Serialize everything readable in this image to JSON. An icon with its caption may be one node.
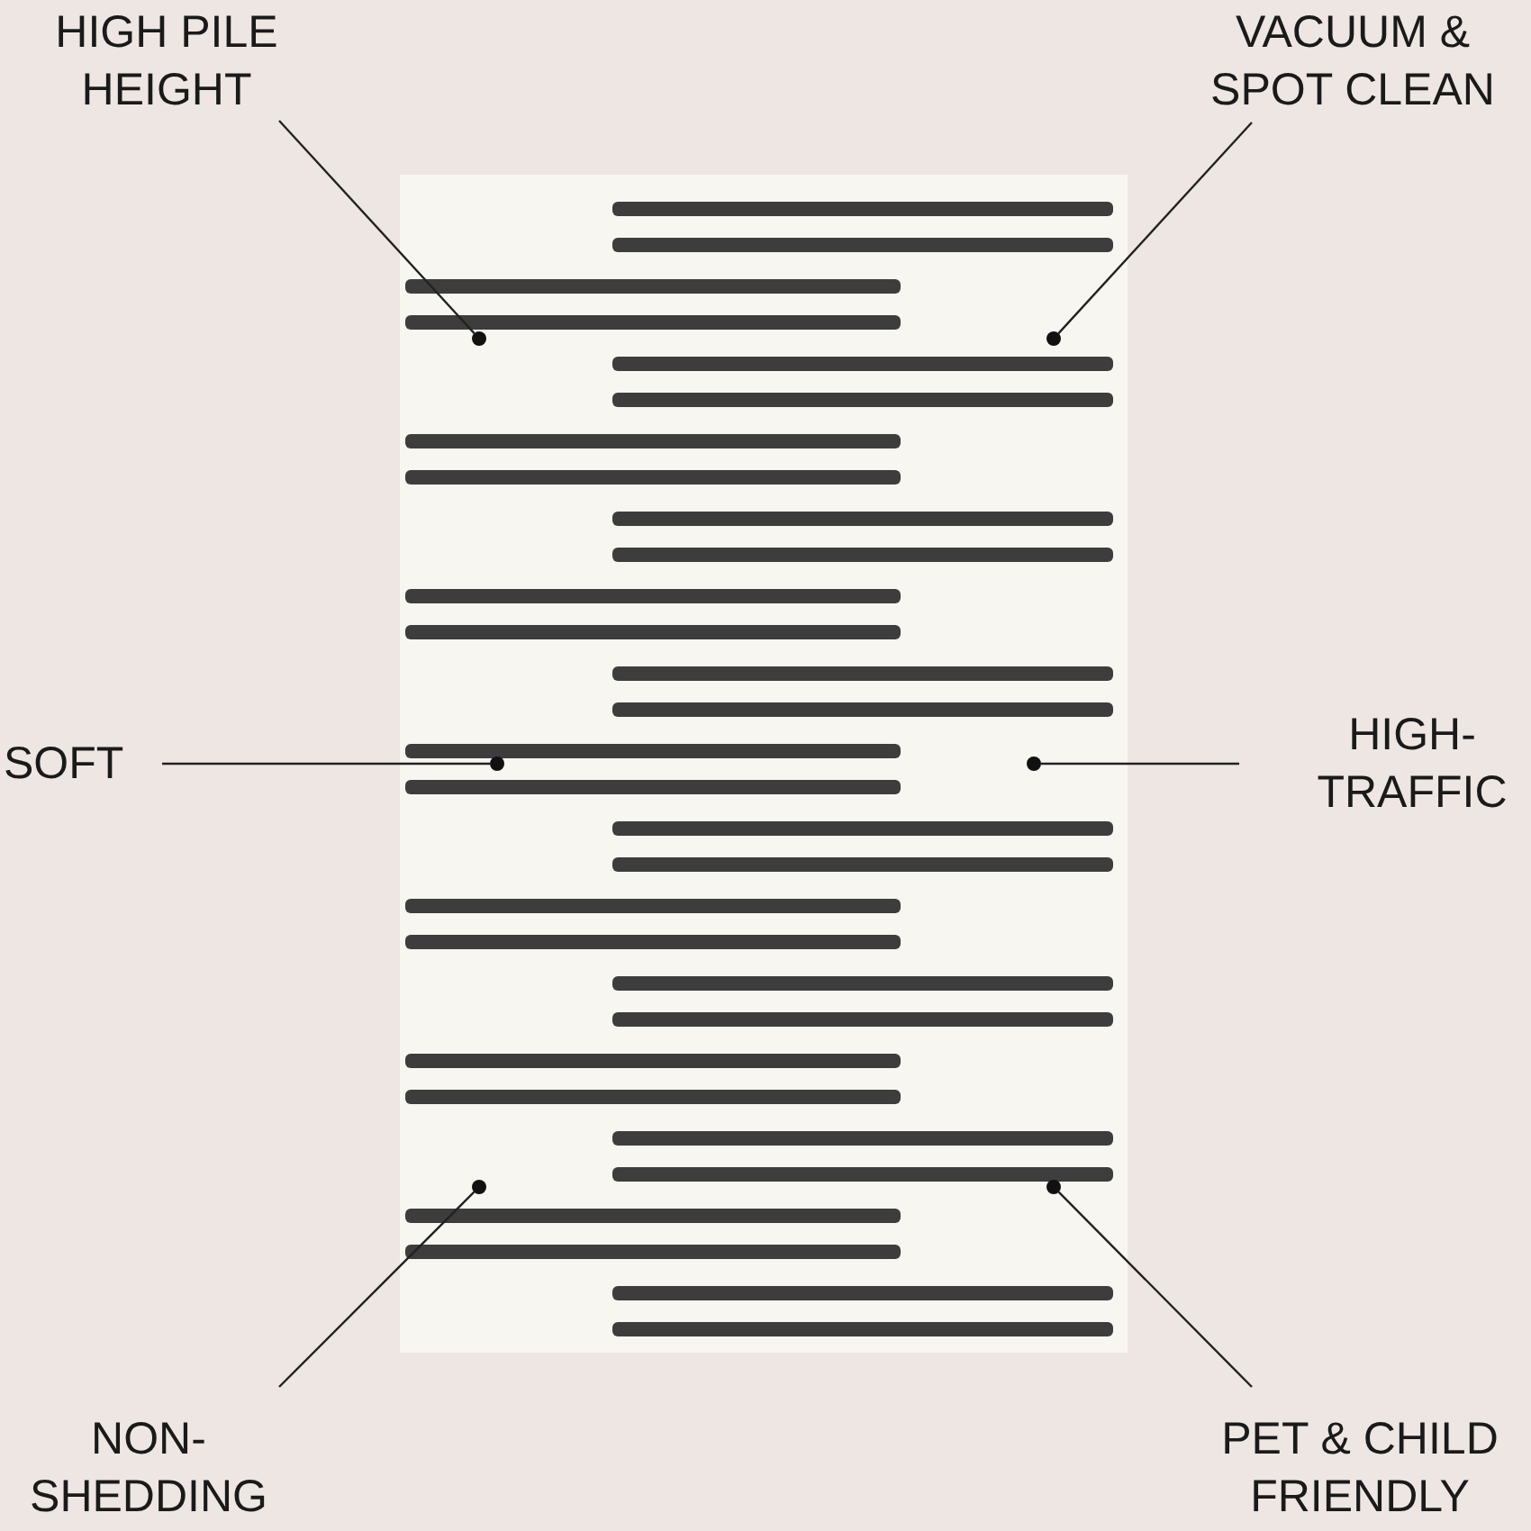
{
  "diagram": {
    "nodes": [
      {
        "text": [
          "HIGH PILE HEIGHT"
        ]
      },
      {
        "text": [
          "VACUUM & SPOT CLEAN"
        ]
      },
      {
        "text": [
          "SOFT"
        ]
      },
      {
        "text": [
          "HIGH-TRAFFIC"
        ]
      },
      {
        "text": [
          "NON-SHEDDING"
        ]
      },
      {
        "text": [
          "PET & CHILD FRIENDLY"
        ]
      },
      {
        "text": [],
        "shape": "circle"
      },
      {
        "text": [],
        "shape": "circle"
      },
      {
        "text": [],
        "shape": "circle"
      },
      {
        "text": [],
        "shape": "circle"
      },
      {
        "text": [],
        "shape": "circle"
      },
      {
        "text": [],
        "shape": "circle"
      }
    ],
    "edges": [
      {
        "from": 0,
        "to": 6,
        "arrow": "none"
      },
      {
        "from": 1,
        "to": 7,
        "arrow": "none"
      },
      {
        "from": 2,
        "to": 8,
        "arrow": "none"
      },
      {
        "from": 3,
        "to": 9,
        "arrow": "none"
      },
      {
        "from": 4,
        "to": 10,
        "arrow": "none"
      },
      {
        "from": 5,
        "to": 11,
        "arrow": "none"
      }
    ]
  }
}
